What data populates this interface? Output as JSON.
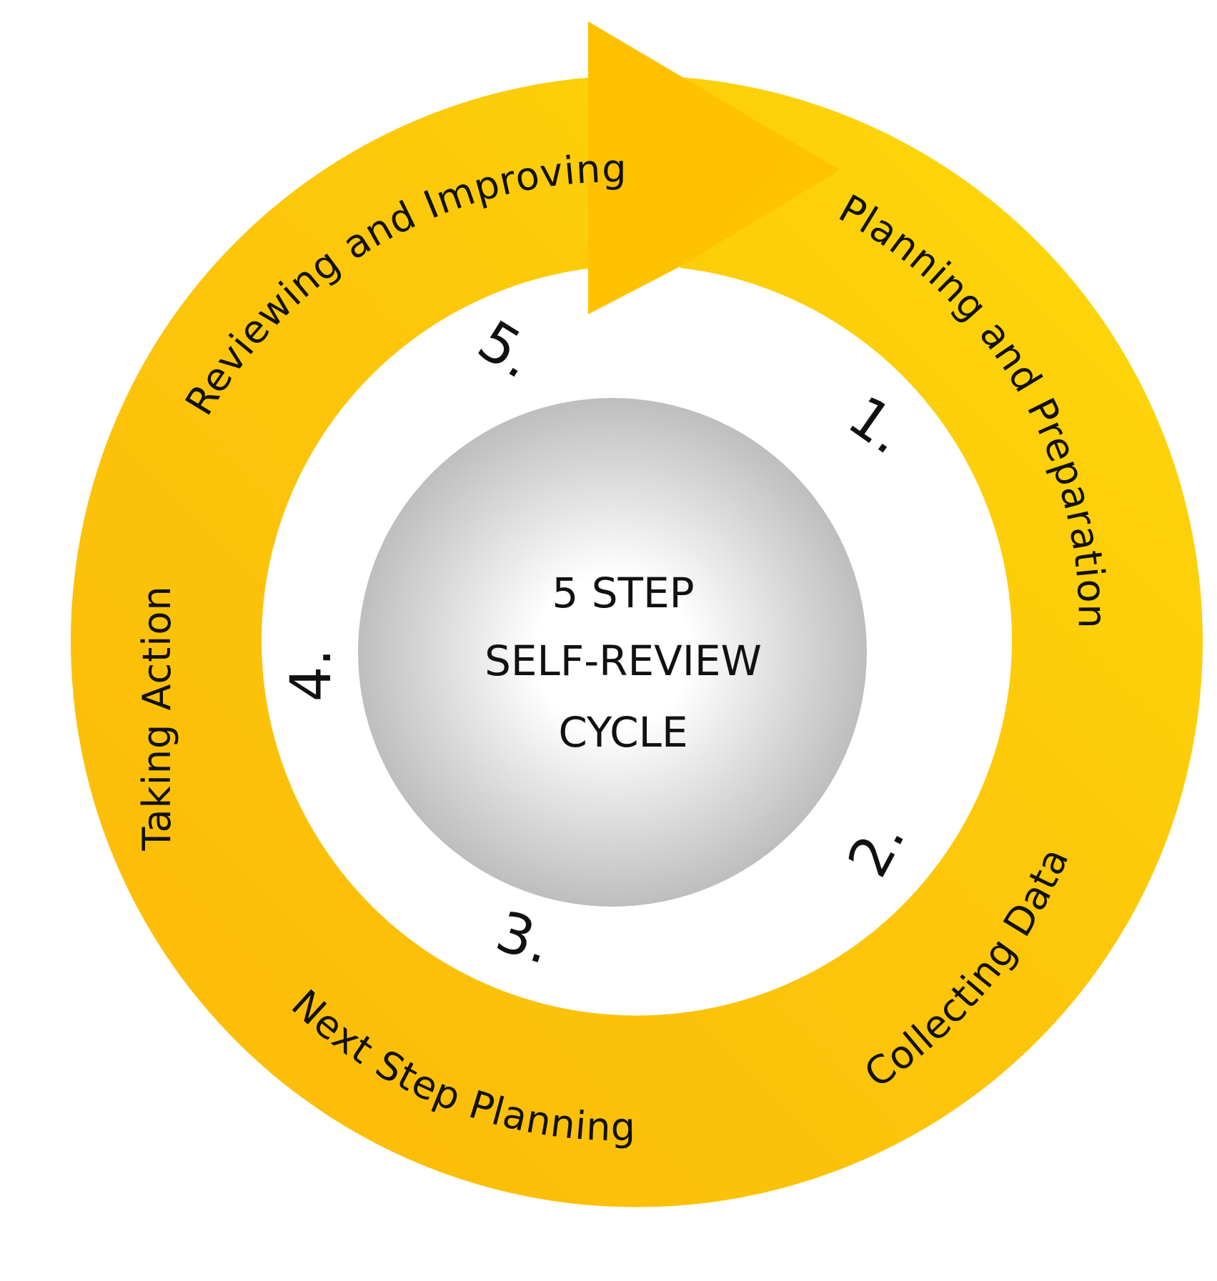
{
  "title_lines": [
    "5 STEP",
    "SELF-REVIEW",
    "CYCLE"
  ],
  "steps": [
    {
      "number": "1.",
      "label": "Planning and Preparation"
    },
    {
      "number": "2.",
      "label": "Collecting Data"
    },
    {
      "number": "3.",
      "label": "Next Step Planning"
    },
    {
      "number": "4.",
      "label": "Taking Action"
    },
    {
      "number": "5.",
      "label": "Reviewing and Improving"
    }
  ],
  "colors": {
    "ring_light": "#FDDA0A",
    "ring_mid": "#FDC70A",
    "ring_dark": "#FBBA08",
    "arrow_head": "#FFC000",
    "center_light": "#FFFFFF",
    "center_dark": "#BEBEBE",
    "text": "#111111"
  }
}
